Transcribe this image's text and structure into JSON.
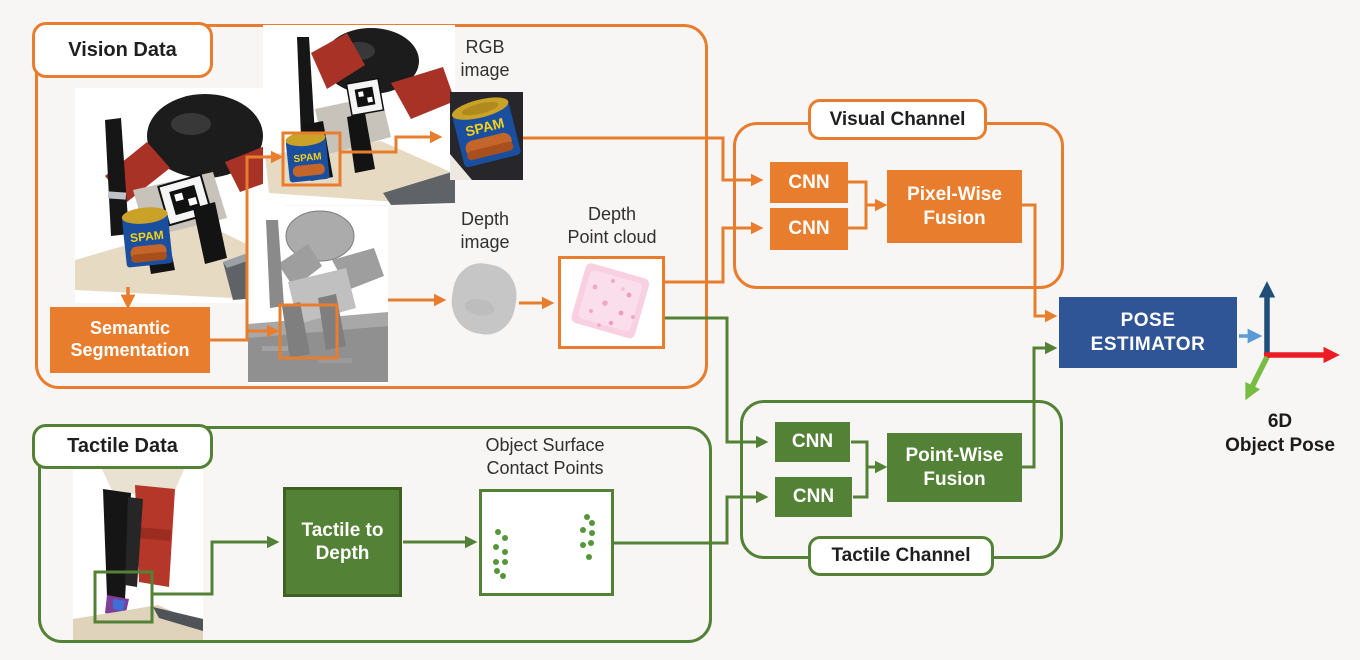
{
  "colors": {
    "orange": "#E87D2E",
    "green": "#538135",
    "pose_blue": "#2F5597",
    "light_blue": "#5B9BD5",
    "axis_blue": "#1F4E79",
    "axis_red": "#EB1C24",
    "axis_green": "#77BC43",
    "background": "#F7F6F4"
  },
  "vision": {
    "label": "Vision Data",
    "semantic_segmentation": {
      "line1": "Semantic",
      "line2": "Segmentation"
    },
    "rgb_image": {
      "line1": "RGB",
      "line2": "image"
    },
    "depth_image": {
      "line1": "Depth",
      "line2": "image"
    },
    "depth_point_cloud": {
      "line1": "Depth",
      "line2": "Point cloud"
    }
  },
  "visual_channel": {
    "label": "Visual Channel",
    "cnn_top": "CNN",
    "cnn_bottom": "CNN",
    "fusion": {
      "line1": "Pixel-Wise",
      "line2": "Fusion"
    }
  },
  "tactile": {
    "label": "Tactile Data",
    "tactile_to_depth": {
      "line1": "Tactile to",
      "line2": "Depth"
    },
    "contact_points": {
      "line1": "Object Surface",
      "line2": "Contact Points"
    }
  },
  "tactile_channel": {
    "label": "Tactile Channel",
    "cnn_top": "CNN",
    "cnn_bottom": "CNN",
    "fusion": {
      "line1": "Point-Wise",
      "line2": "Fusion"
    }
  },
  "pose_estimator": {
    "line1": "POSE",
    "line2": "ESTIMATOR"
  },
  "output_pose": {
    "line1": "6D",
    "line2": "Object Pose"
  },
  "spam_text": "SPAM",
  "figures": {
    "robot_grasp_photo": "robot-arm-grasping-spam-can-photo",
    "robot_rgb_view_photo": "robot-gripper-camera-view-photo",
    "robot_depth_render": "gray-depth-render-of-robot-scene",
    "rgb_crop": "spam-can-rgb-image-crop",
    "depth_crop": "gray-depth-image-blob",
    "point_cloud": "pink-depth-point-cloud",
    "tactile_gripper_photo": "gripper-with-tactile-sensor-photo",
    "contact_points_figure": "object-surface-contact-point-dot-clusters"
  }
}
